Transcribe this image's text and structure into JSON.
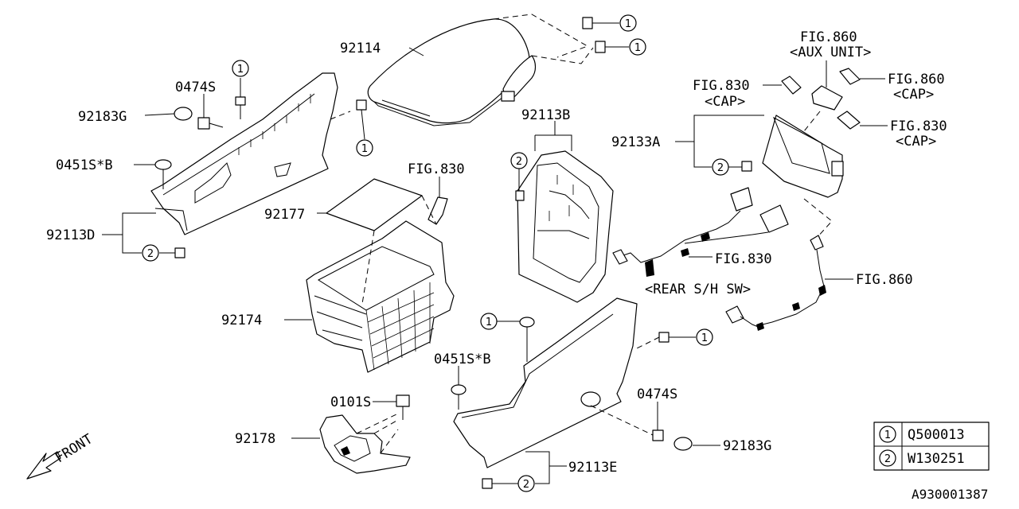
{
  "labels": {
    "p92114": "92114",
    "p0474s_a": "0474S",
    "p92183g_a": "92183G",
    "p0451sb_a": "0451S*B",
    "p92113d": "92113D",
    "p92177": "92177",
    "p92174": "92174",
    "fig830_box": "FIG.830",
    "p92113b": "92113B",
    "p92133a": "92133A",
    "fig830_cap": "FIG.830",
    "cap1": "<CAP>",
    "fig860_aux": "FIG.860",
    "aux_unit": "<AUX UNIT>",
    "fig860_cap": "FIG.860",
    "cap2": "<CAP>",
    "fig830_cap2": "FIG.830",
    "cap3": "<CAP>",
    "fig830_harness": "FIG.830",
    "rear_sh_sw": "<REAR S/H SW>",
    "fig860_harness": "FIG.860",
    "p0451sb_b": "0451S*B",
    "p0101s": "0101S",
    "p92178": "92178",
    "p0474s_b": "0474S",
    "p92183g_b": "92183G",
    "p92113e": "92113E",
    "front": "FRONT",
    "doc_number": "A930001387"
  },
  "callout_marks": {
    "one": "1",
    "two": "2"
  },
  "legend": [
    {
      "mark": "1",
      "part": "Q500013"
    },
    {
      "mark": "2",
      "part": "W130251"
    }
  ],
  "colors": {
    "ink": "#000000",
    "paper": "#ffffff"
  }
}
